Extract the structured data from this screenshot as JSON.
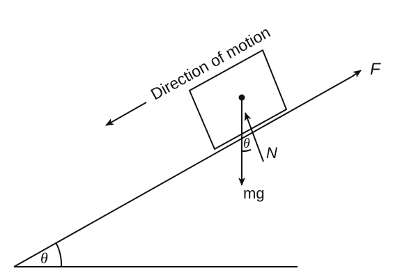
{
  "labels": {
    "direction": "Direction of motion",
    "force": "F",
    "normal": "N",
    "weight": "mg",
    "incline_angle": "θ",
    "normal_angle": "θ"
  },
  "colors": {
    "ink": "#111111",
    "background": "#ffffff"
  }
}
